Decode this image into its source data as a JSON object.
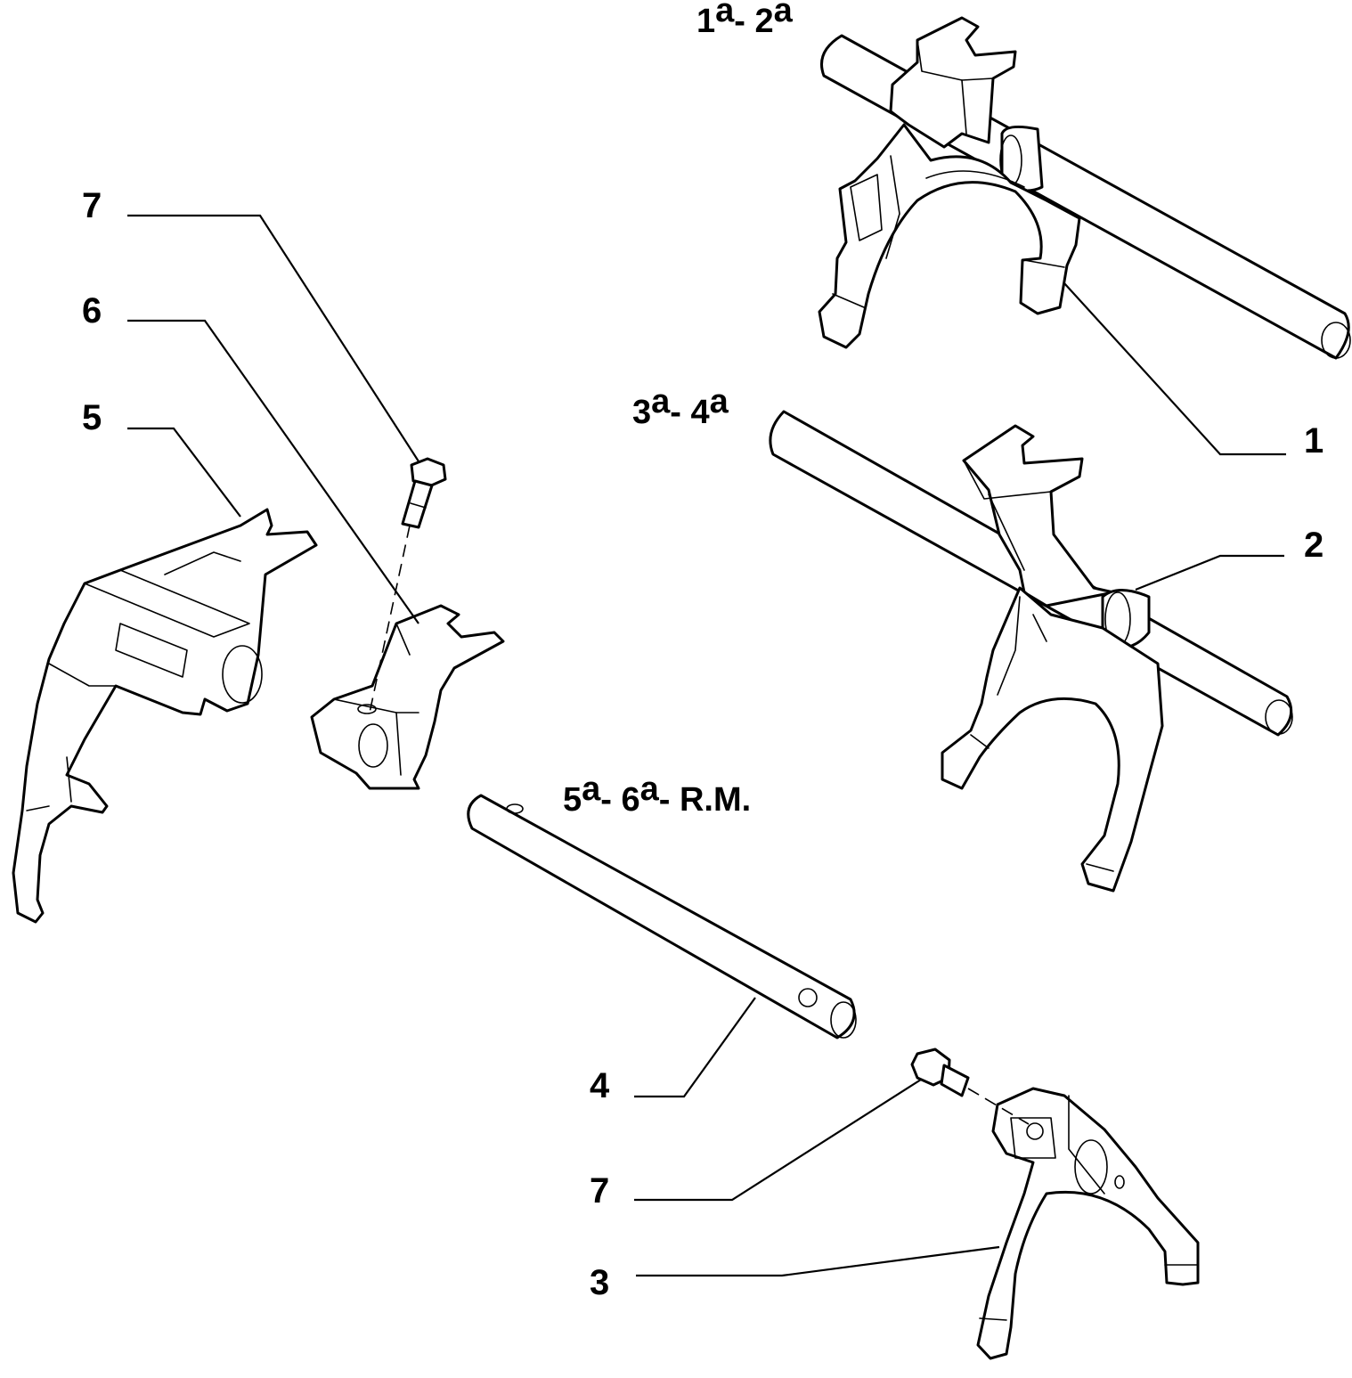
{
  "callouts": {
    "c1": "1",
    "c2": "2",
    "c3": "3",
    "c4": "4",
    "c5": "5",
    "c6": "6",
    "c7_top": "7",
    "c7_bottom": "7"
  },
  "gear_labels": {
    "g12": {
      "n1": "1",
      "s1": "a",
      "sep": "- ",
      "n2": "2",
      "s2": "a",
      "tail": ""
    },
    "g34": {
      "n1": "3",
      "s1": "a",
      "sep": "- ",
      "n2": "4",
      "s2": "a",
      "tail": ""
    },
    "g56": {
      "n1": "5",
      "s1": "a",
      "sep": "- ",
      "n2": "6",
      "s2": "a",
      "tail": "- R.M."
    }
  }
}
